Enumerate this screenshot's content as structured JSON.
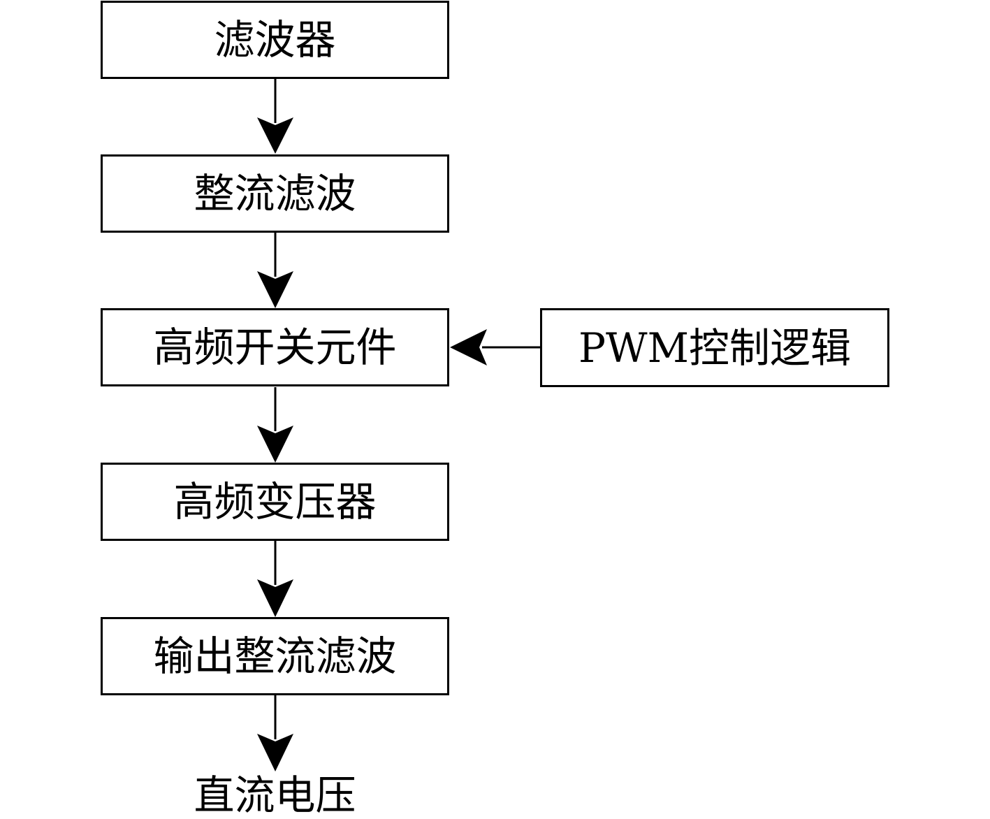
{
  "diagram": {
    "nodes": [
      {
        "id": "n1",
        "label": "滤波器"
      },
      {
        "id": "n2",
        "label": "整流滤波"
      },
      {
        "id": "n3",
        "label": "高频开关元件"
      },
      {
        "id": "n4",
        "label": "高频变压器"
      },
      {
        "id": "n5",
        "label": "输出整流滤波"
      },
      {
        "id": "n6",
        "label": "PWM控制逻辑"
      },
      {
        "id": "n7",
        "label": "直流电压"
      }
    ],
    "edges": [
      {
        "from": "n1",
        "to": "n2"
      },
      {
        "from": "n2",
        "to": "n3"
      },
      {
        "from": "n6",
        "to": "n3"
      },
      {
        "from": "n3",
        "to": "n4"
      },
      {
        "from": "n4",
        "to": "n5"
      },
      {
        "from": "n5",
        "to": "n7"
      }
    ]
  }
}
